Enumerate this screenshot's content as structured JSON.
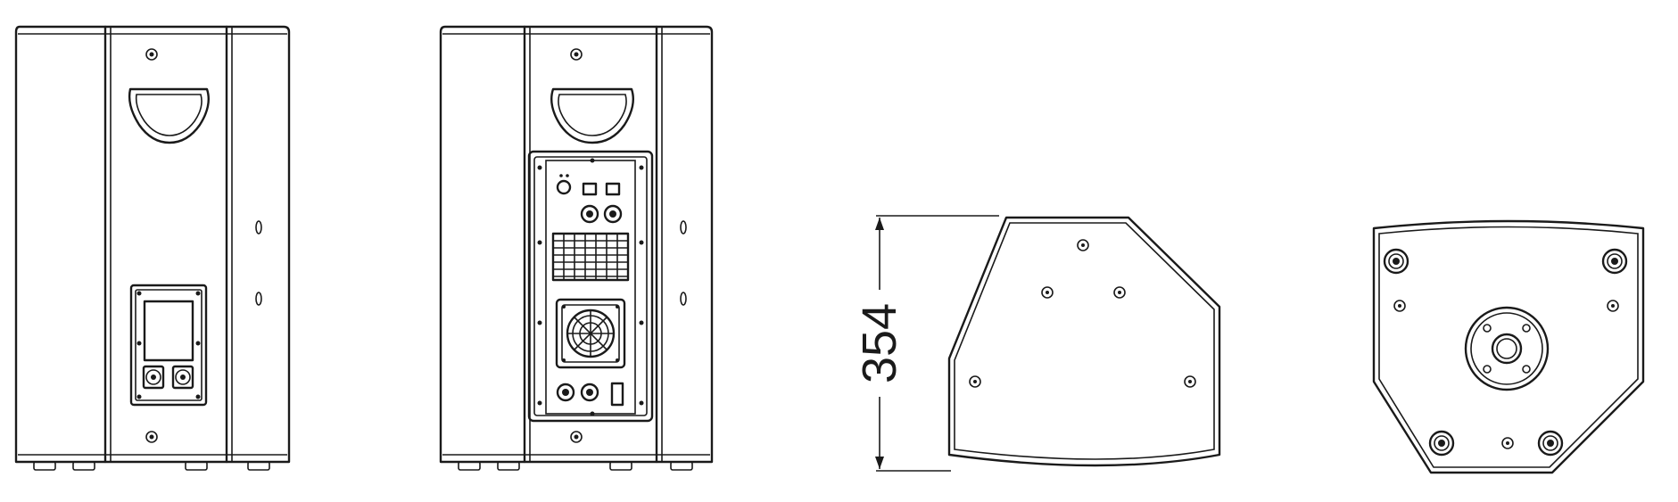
{
  "drawing": {
    "views": [
      "rear-view-passive",
      "rear-view-active",
      "side-view",
      "top-view"
    ],
    "dimension": {
      "value": "354"
    },
    "colors": {
      "line": "#1a1a1a",
      "background": "#ffffff"
    }
  }
}
